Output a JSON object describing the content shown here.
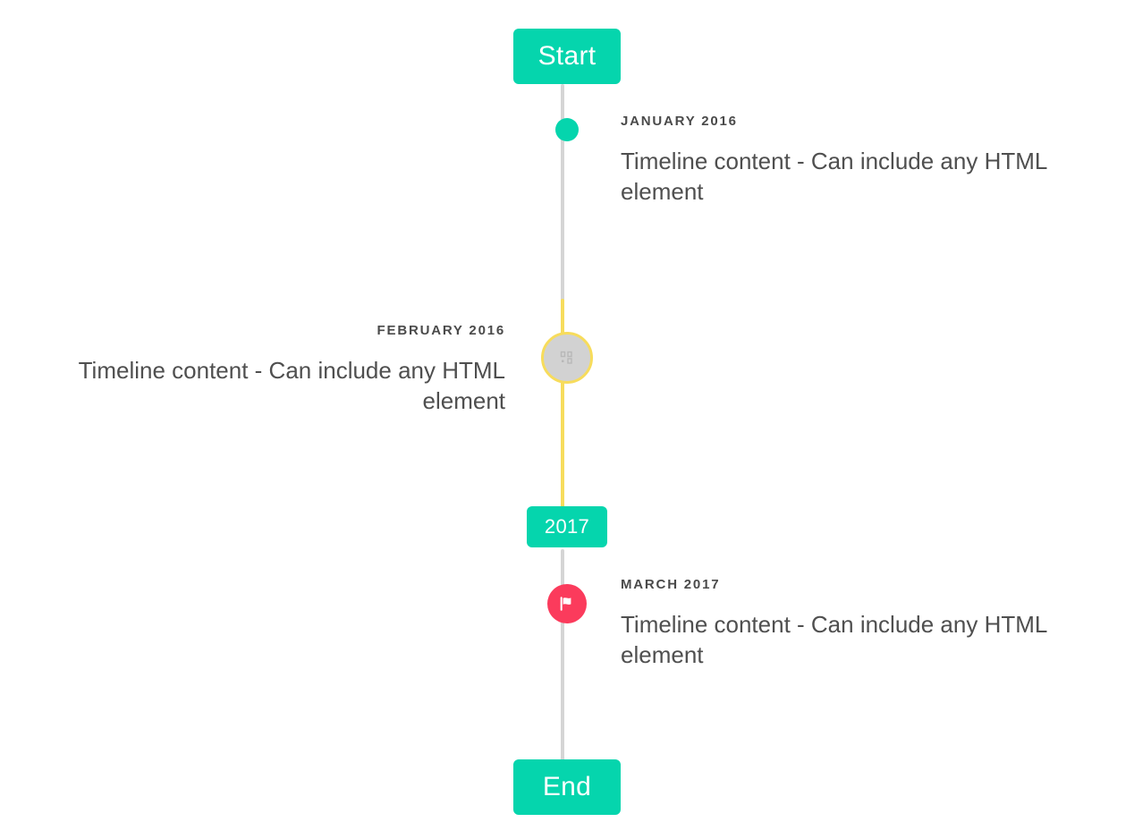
{
  "timeline": {
    "axis_color": "#d5d5d5",
    "highlight_color": "#f7dc5c",
    "accent_color": "#05d5ad",
    "flag_color": "#fb3b5c",
    "start_badge": "Start",
    "mid_badge": "2017",
    "end_badge": "End",
    "entries": [
      {
        "date": "JANUARY 2016",
        "body": "Timeline content - Can include any HTML element",
        "side": "right",
        "marker": "dot"
      },
      {
        "date": "FEBRUARY 2016",
        "body": "Timeline content - Can include any HTML element",
        "side": "left",
        "marker": "broken-image"
      },
      {
        "date": "MARCH 2017",
        "body": "Timeline content - Can include any HTML element",
        "side": "right",
        "marker": "flag"
      }
    ]
  }
}
